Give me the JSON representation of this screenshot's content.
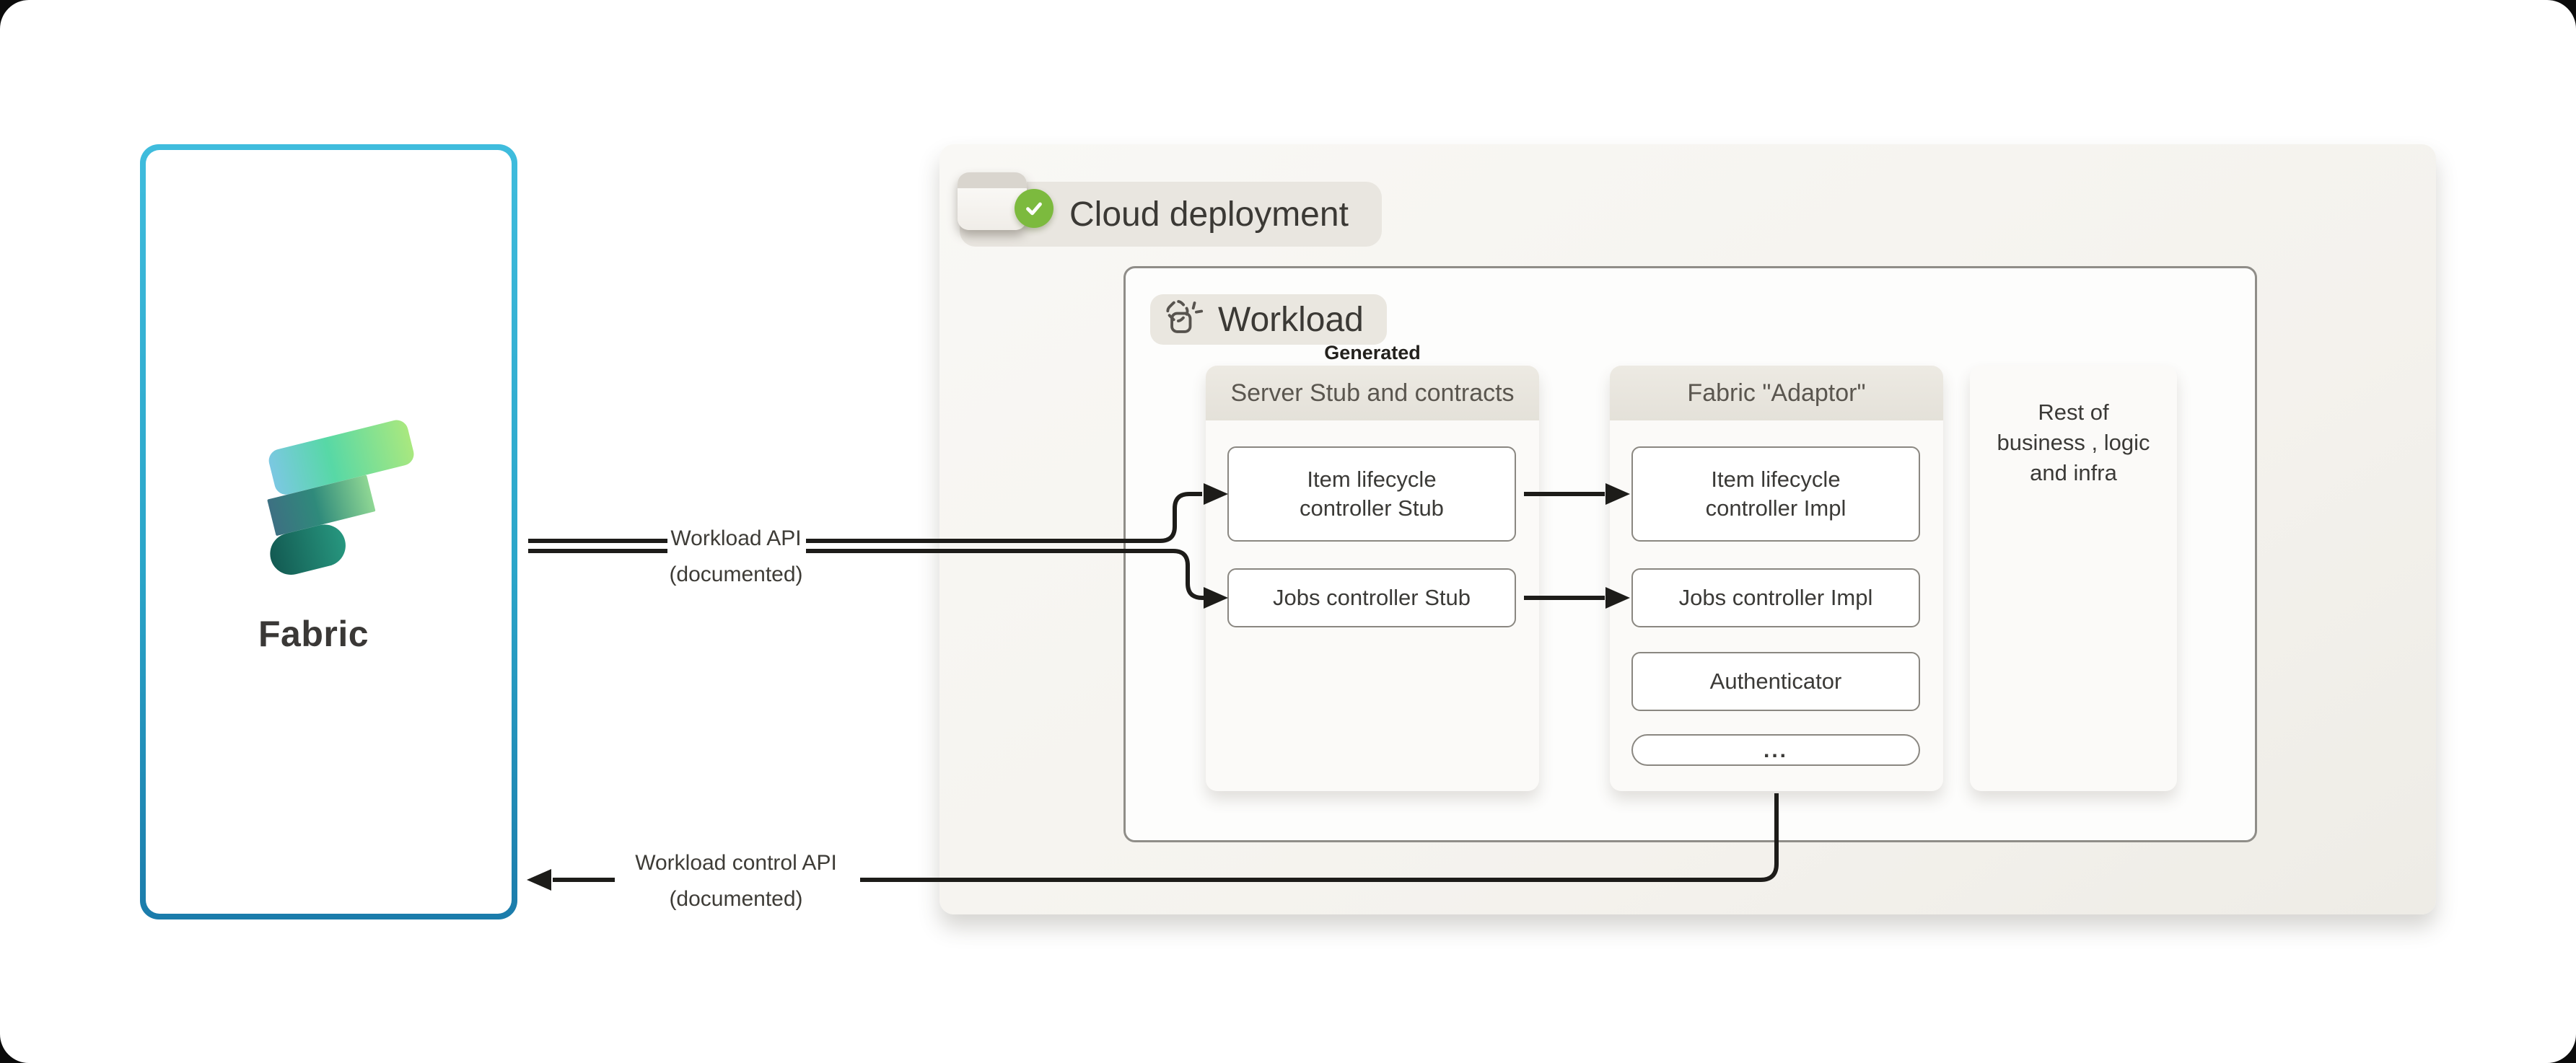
{
  "page": {
    "background": "#0b0b0b",
    "surface": "#ffffff"
  },
  "fabric_panel": {
    "label": "Fabric",
    "logo_icon": "fabric-ribbon-logo",
    "border_gradient_top": "#3fbcdd",
    "border_gradient_bottom": "#1b7cab"
  },
  "cloud_deployment": {
    "title": "Cloud deployment",
    "window_icon": "app-window-icon",
    "badge_icon": "check-badge-icon",
    "badge_color": "#7cba3e"
  },
  "workload": {
    "title": "Workload",
    "icon": "new-item-sparkle-icon"
  },
  "generated_label": "Generated",
  "columns": [
    {
      "header": "Server Stub and contracts",
      "items": [
        {
          "lines": [
            "Item lifecycle",
            "controller Stub"
          ]
        },
        {
          "lines": [
            "Jobs controller Stub"
          ]
        }
      ]
    },
    {
      "header": "Fabric \"Adaptor\"",
      "items": [
        {
          "lines": [
            "Item lifecycle",
            "controller Impl"
          ]
        },
        {
          "lines": [
            "Jobs controller Impl"
          ]
        },
        {
          "lines": [
            "Authenticator"
          ]
        },
        {
          "lines": [
            "..."
          ]
        }
      ]
    },
    {
      "body_lines": [
        "Rest of",
        "business , logic",
        "and infra"
      ]
    }
  ],
  "arrows": {
    "color": "#1d1c19",
    "workload_api": {
      "line1": "Workload API",
      "line2": "(documented)"
    },
    "workload_control_api": {
      "line1": "Workload control API",
      "line2": "(documented)"
    }
  }
}
